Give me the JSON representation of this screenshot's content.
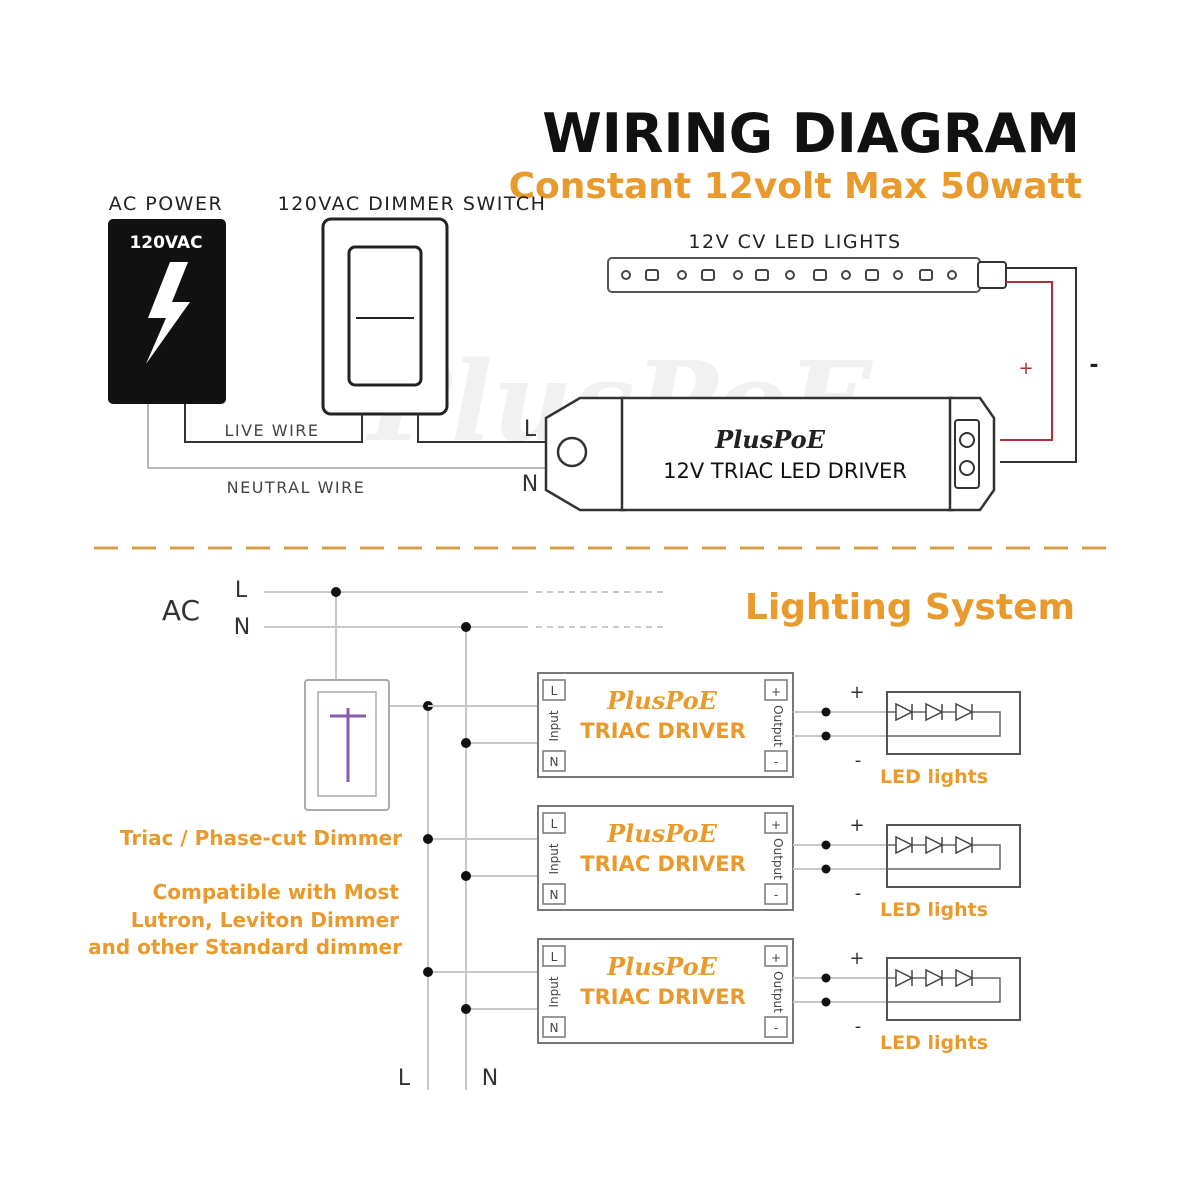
{
  "header": {
    "title": "WIRING DIAGRAM",
    "subtitle": "Constant 12volt Max 50watt"
  },
  "top_diagram": {
    "ac_power": {
      "label": "AC POWER",
      "voltage": "120VAC"
    },
    "dimmer_switch": {
      "label": "120VAC DIMMER SWITCH"
    },
    "led_strip": {
      "label": "12V CV LED LIGHTS"
    },
    "driver": {
      "brand": "PlusPoE",
      "name": "12V TRIAC LED DRIVER",
      "input_l": "L",
      "input_n": "N"
    },
    "wires": {
      "live": "LIVE WIRE",
      "neutral": "NEUTRAL WIRE",
      "plus": "+",
      "minus": "-"
    },
    "watermark": "PlusPoE"
  },
  "bottom_diagram": {
    "title": "Lighting System",
    "ac_label": "AC",
    "line_l": "L",
    "line_n": "N",
    "bottom_l": "L",
    "bottom_n": "N",
    "dimmer_caption": "Triac / Phase-cut Dimmer",
    "compat_lines": [
      "Compatible with Most",
      "Lutron, Leviton Dimmer",
      "and other Standard dimmer"
    ],
    "drivers": [
      {
        "brand": "PlusPoE",
        "name": "TRIAC DRIVER",
        "in_l": "L",
        "in_n": "N",
        "in_label": "Input",
        "out_label": "Output",
        "out_plus": "+",
        "out_minus": "-",
        "led_label": "LED lights",
        "plus": "+",
        "minus": "-"
      },
      {
        "brand": "PlusPoE",
        "name": "TRIAC DRIVER",
        "in_l": "L",
        "in_n": "N",
        "in_label": "Input",
        "out_label": "Output",
        "out_plus": "+",
        "out_minus": "-",
        "led_label": "LED lights",
        "plus": "+",
        "minus": "-"
      },
      {
        "brand": "PlusPoE",
        "name": "TRIAC DRIVER",
        "in_l": "L",
        "in_n": "N",
        "in_label": "Input",
        "out_label": "Output",
        "out_plus": "+",
        "out_minus": "-",
        "led_label": "LED lights",
        "plus": "+",
        "minus": "-"
      }
    ]
  },
  "colors": {
    "accent": "#e89a2c",
    "dark": "#111111",
    "wire_red": "#b0303a",
    "dimmer_purple": "#8a5ab0"
  }
}
